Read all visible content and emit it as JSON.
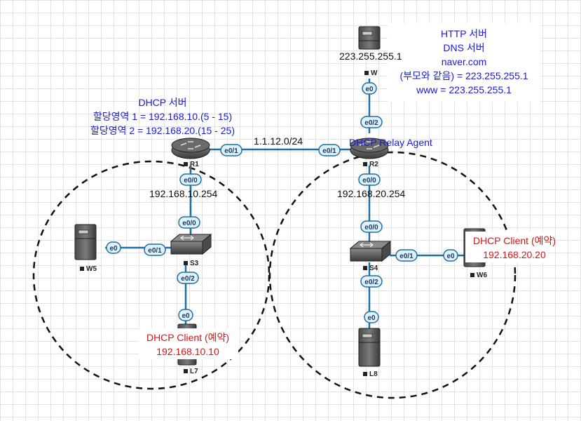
{
  "notes": {
    "r1_dhcp": [
      "DHCP 서버",
      "할당영역 1 = 192.168.10.(5 - 15)",
      "할당영역 2 = 192.168.20.(15 - 25)"
    ],
    "w_server": [
      "HTTP 서버",
      "DNS 서버",
      "naver.com",
      "(부모와 같음) = 223.255.255.1",
      "www = 223.255.255.1"
    ],
    "relay": "DHCP Relay Agent",
    "l7_client": [
      "DHCP Client (예약)",
      "192.168.10.10"
    ],
    "w6_client": [
      "DHCP Client (예약)",
      "192.168.20.20"
    ]
  },
  "addresses": {
    "w_ip": "223.255.255.1",
    "link_r1_r2": "1.1.12.0/24",
    "r1_lan": "192.168.10.254",
    "r2_lan": "192.168.20.254"
  },
  "nodes": {
    "w": "W",
    "r1": "R1",
    "r2": "R2",
    "s3": "S3",
    "s4": "S4",
    "w5": "W5",
    "w6": "W6",
    "l7": "L7",
    "l8": "L8"
  },
  "ports": {
    "w_e0": "e0",
    "r2_w": "e0/2",
    "r1_r2": "e0/1",
    "r2_r1": "e0/1",
    "r1_s3": "e0/0",
    "s3_r1": "e0/0",
    "r2_s4": "e0/0",
    "s4_r2": "e0/0",
    "w5_e0": "e0",
    "s3_w5": "e0/1",
    "s3_l7": "e0/2",
    "l7_e0": "e0",
    "s4_w6": "e0/1",
    "w6_e0": "e0",
    "s4_l8": "e0/2",
    "l8_e0": "e0"
  },
  "colors": {
    "link": "#1f6fa0",
    "port_fill": "#dff0ff",
    "port_stroke": "#1f6fa0",
    "note_blue": "#1a1adb",
    "note_red": "#e01010"
  }
}
